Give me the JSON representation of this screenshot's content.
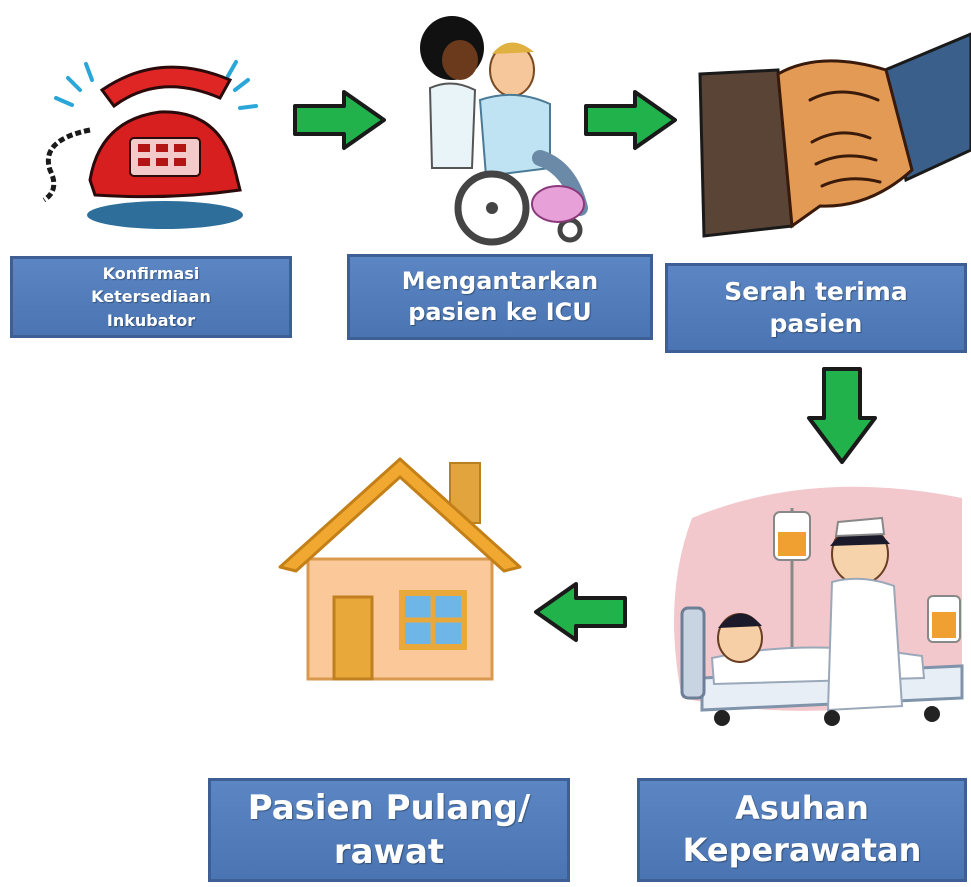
{
  "steps": [
    {
      "label": "Konfirmasi\nKetersediaan\nInkubator",
      "icon": "telephone-icon"
    },
    {
      "label": "Mengantarkan\npasien ke ICU",
      "icon": "wheelchair-icon"
    },
    {
      "label": "Serah terima\npasien",
      "icon": "handshake-icon"
    },
    {
      "label": "Asuhan\nKeperawatan",
      "icon": "nurse-patient-icon"
    },
    {
      "label": "Pasien Pulang/\nrawat",
      "icon": "house-icon"
    }
  ],
  "colors": {
    "box_fill": "#4f7abb",
    "box_border": "#3d5f96",
    "arrow_fill": "#22b24c",
    "arrow_stroke": "#1a1a1a"
  }
}
